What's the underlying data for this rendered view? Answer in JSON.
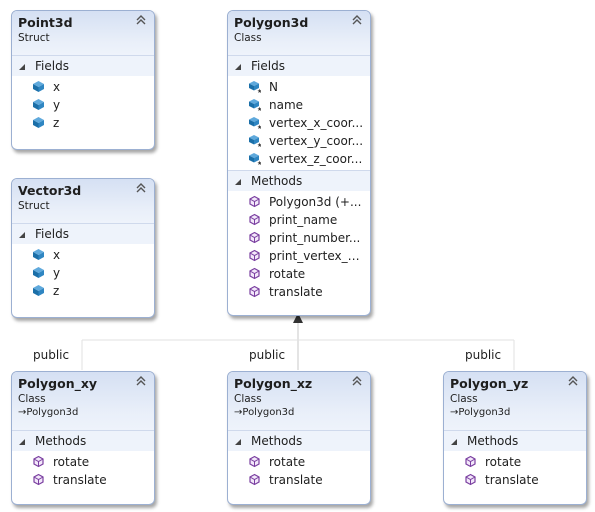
{
  "point3d": {
    "name": "Point3d",
    "kind": "Struct",
    "section": "Fields",
    "fields": [
      "x",
      "y",
      "z"
    ]
  },
  "vector3d": {
    "name": "Vector3d",
    "kind": "Struct",
    "section": "Fields",
    "fields": [
      "x",
      "y",
      "z"
    ]
  },
  "polygon3d": {
    "name": "Polygon3d",
    "kind": "Class",
    "fields_section": "Fields",
    "fields": [
      "N",
      "name",
      "vertex_x_coor...",
      "vertex_y_coor...",
      "vertex_z_coor..."
    ],
    "methods_section": "Methods",
    "methods": [
      "Polygon3d (+...",
      "print_name",
      "print_number...",
      "print_vertex_c...",
      "rotate",
      "translate"
    ]
  },
  "polygon_xy": {
    "name": "Polygon_xy",
    "kind": "Class",
    "base": "Polygon3d",
    "methods_section": "Methods",
    "methods": [
      "rotate",
      "translate"
    ]
  },
  "polygon_xz": {
    "name": "Polygon_xz",
    "kind": "Class",
    "base": "Polygon3d",
    "methods_section": "Methods",
    "methods": [
      "rotate",
      "translate"
    ]
  },
  "polygon_yz": {
    "name": "Polygon_yz",
    "kind": "Class",
    "base": "Polygon3d",
    "methods_section": "Methods",
    "methods": [
      "rotate",
      "translate"
    ]
  },
  "inheritance_labels": {
    "left": "public",
    "middle": "public",
    "right": "public"
  },
  "colors": {
    "header_top": "#d5e0f3",
    "border": "#9cb0d2",
    "field_icon": "#1b6fa8",
    "method_icon": "#7a3fa0"
  }
}
